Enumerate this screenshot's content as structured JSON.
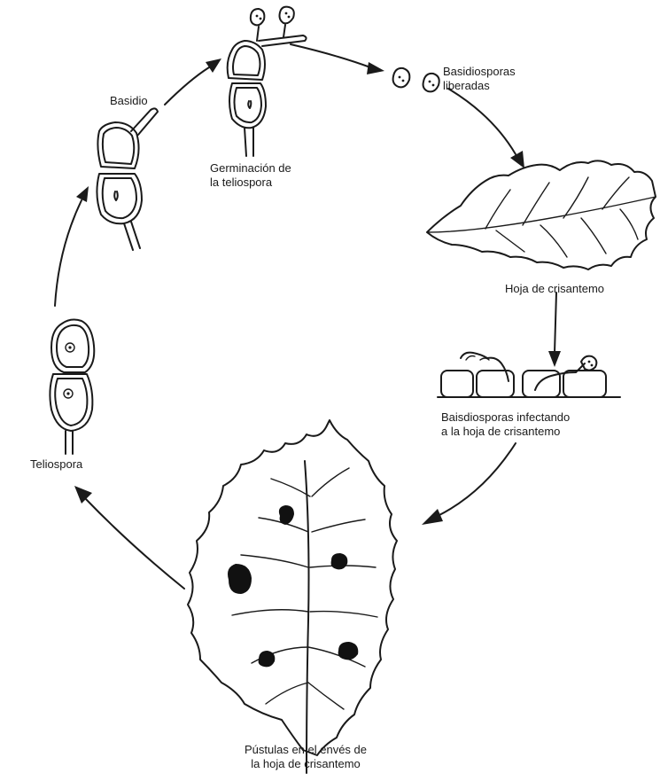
{
  "diagram": {
    "labels": {
      "basidio": "Basidio",
      "germinacion_1": "Germinación de",
      "germinacion_2": "la teliospora",
      "basidiosporas_1": "Basidiosporas",
      "basidiosporas_2": "liberadas",
      "hoja": "Hoja de crisantemo",
      "infectando_1": "Baisdiosporas infectando",
      "infectando_2": "a la hoja de crisantemo",
      "teliospora": "Teliospora",
      "pustulas_1": "Pústulas en el envés de",
      "pustulas_2": "la hoja de crisantemo"
    },
    "stages": [
      "Teliospora",
      "Basidio",
      "Germinación de la teliospora",
      "Basidiosporas liberadas",
      "Hoja de crisantemo",
      "Baisdiosporas infectando a la hoja de crisantemo",
      "Pústulas en el envés de la hoja de crisantemo"
    ]
  }
}
